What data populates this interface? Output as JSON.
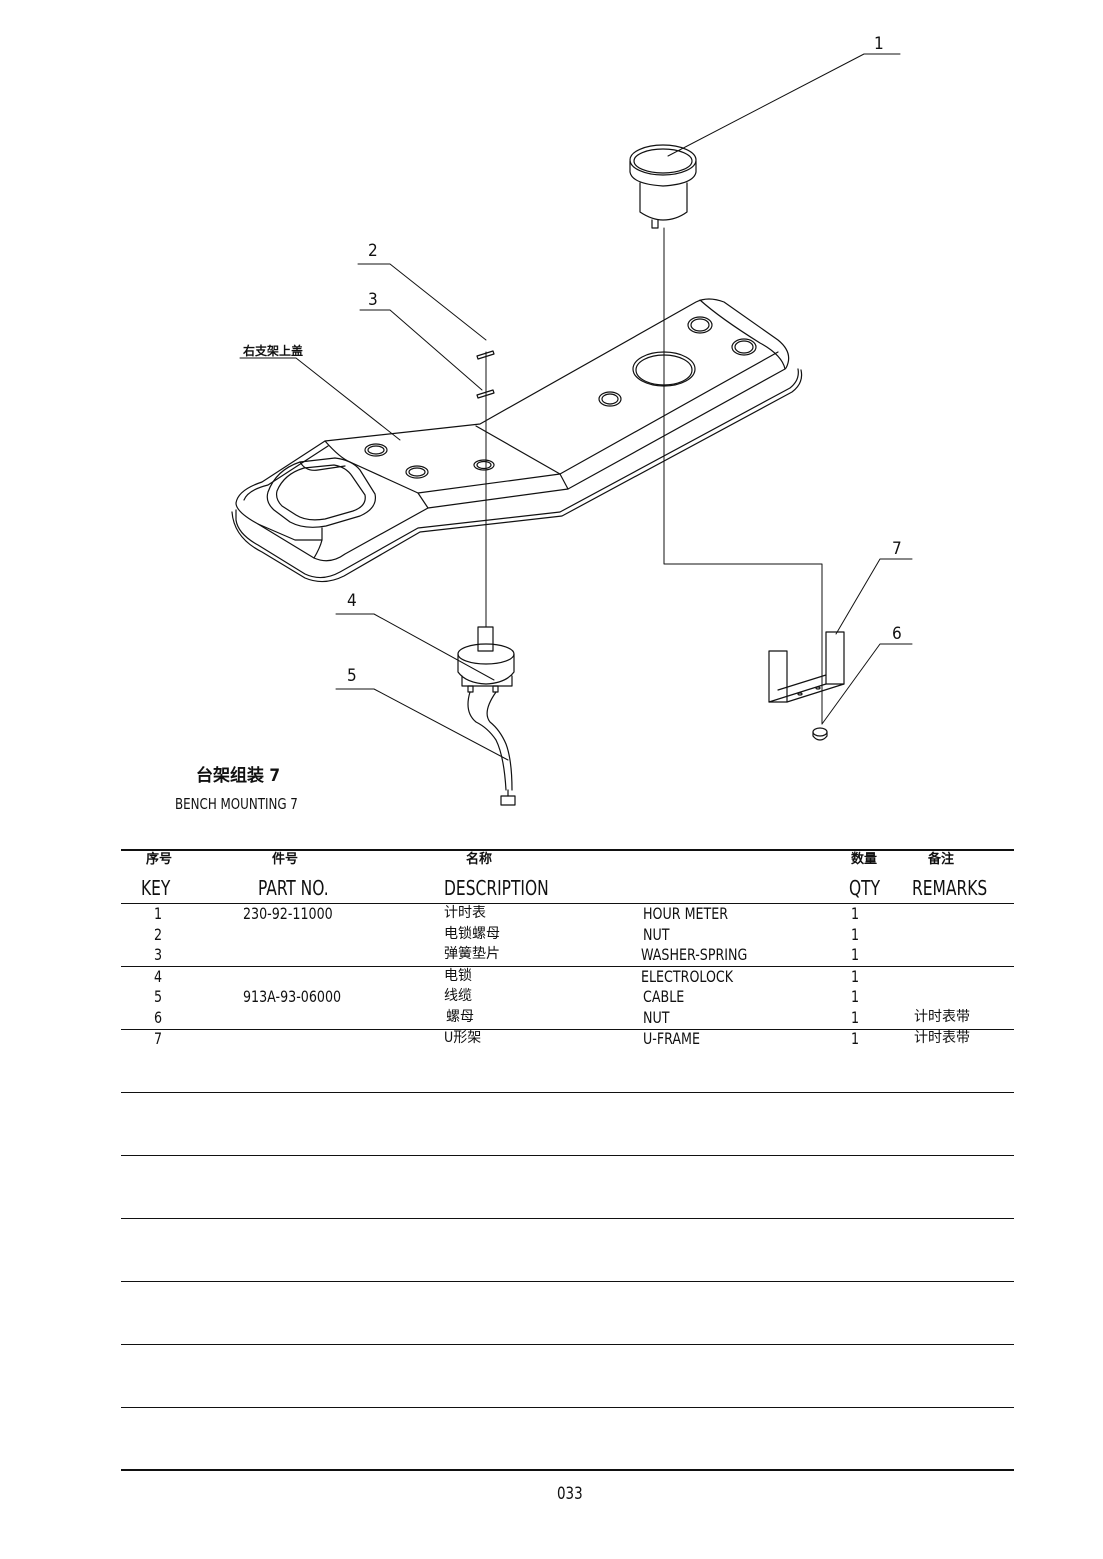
{
  "drawing": {
    "callouts": [
      "1",
      "2",
      "3",
      "4",
      "5",
      "6",
      "7"
    ],
    "part_label": "右支架上盖"
  },
  "title": {
    "cn": "台架组装 7",
    "en": "BENCH MOUNTING 7"
  },
  "table": {
    "headers_cn": {
      "key": "序号",
      "part_no": "件号",
      "description": "名称",
      "qty": "数量",
      "remarks": "备注"
    },
    "headers_en": {
      "key": "KEY",
      "part_no": "PART NO.",
      "description": "DESCRIPTION",
      "qty": "QTY",
      "remarks": "REMARKS"
    },
    "rows": [
      {
        "key": "1",
        "part_no": "230-92-11000",
        "desc_cn": "计时表",
        "desc_en": "HOUR METER",
        "qty": "1",
        "remarks": ""
      },
      {
        "key": "2",
        "part_no": "",
        "desc_cn": "电锁螺母",
        "desc_en": "NUT",
        "qty": "1",
        "remarks": ""
      },
      {
        "key": "3",
        "part_no": "",
        "desc_cn": "弹簧垫片",
        "desc_en": "WASHER-SPRING",
        "qty": "1",
        "remarks": ""
      },
      {
        "key": "4",
        "part_no": "",
        "desc_cn": "电锁",
        "desc_en": "ELECTROLOCK",
        "qty": "1",
        "remarks": ""
      },
      {
        "key": "5",
        "part_no": "913A-93-06000",
        "desc_cn": "线缆",
        "desc_en": "CABLE",
        "qty": "1",
        "remarks": ""
      },
      {
        "key": "6",
        "part_no": "",
        "desc_cn": "螺母",
        "desc_en": "NUT",
        "qty": "1",
        "remarks": "计时表带"
      },
      {
        "key": "7",
        "part_no": "",
        "desc_cn": "U形架",
        "desc_en": "U-FRAME",
        "qty": "1",
        "remarks": "计时表带"
      }
    ]
  },
  "page_number": "033"
}
